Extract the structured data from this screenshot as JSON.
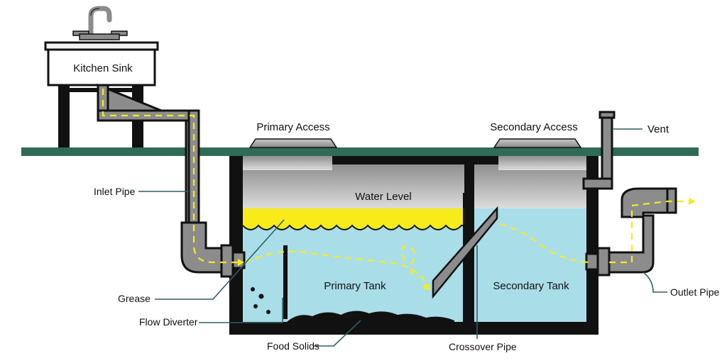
{
  "labels": {
    "kitchen_sink": "Kitchen Sink",
    "primary_access": "Primary Access",
    "secondary_access": "Secondary Access",
    "vent": "Vent",
    "inlet_pipe": "Inlet Pipe",
    "water_level": "Water Level",
    "grease": "Grease",
    "primary_tank": "Primary Tank",
    "secondary_tank": "Secondary Tank",
    "outlet_pipe": "Outlet Pipe",
    "flow_diverter": "Flow Diverter",
    "food_solids": "Food Solids",
    "crossover_pipe": "Crossover Pipe"
  },
  "colors": {
    "ground": "#2f6b56",
    "water": "#a9dde8",
    "grease": "#f7ec1a",
    "tank_wall": "#111111",
    "air_space": "#bdbdbd",
    "pipe": "#8c8c8c",
    "flow_arrow": "#f7ec1a"
  }
}
